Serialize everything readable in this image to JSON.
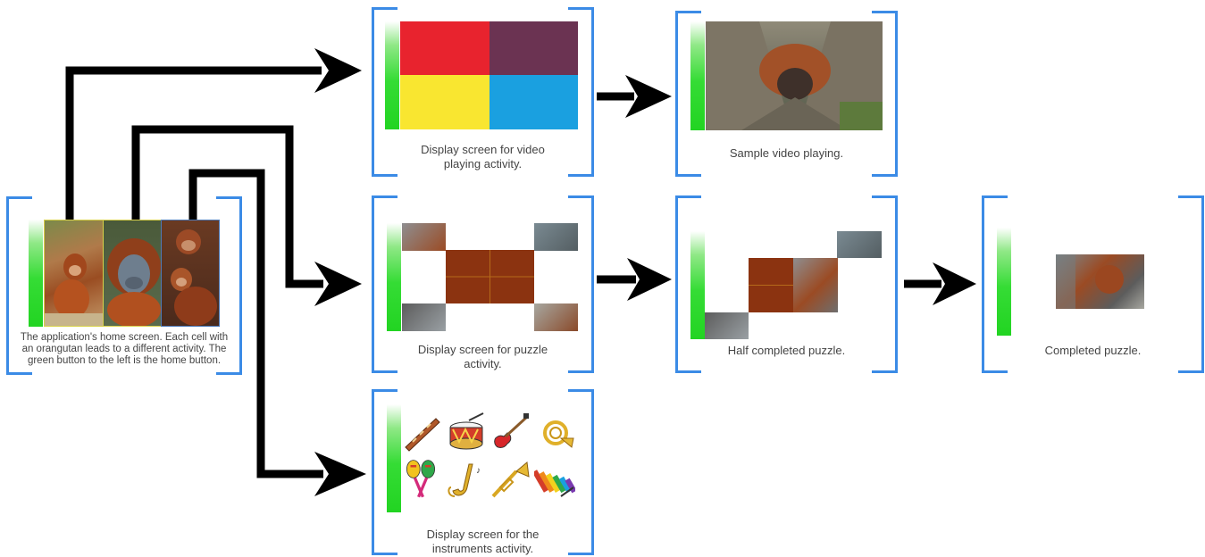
{
  "home": {
    "caption": "The application's home screen. Each cell with an orangutan leads to a different activity. The green button to the left is the home button."
  },
  "video_menu": {
    "caption": "Display screen for video playing activity.",
    "colors": [
      "#e8232e",
      "#6b3352",
      "#f9e630",
      "#1aa0e0"
    ]
  },
  "video_playing": {
    "caption": "Sample video playing."
  },
  "puzzle": {
    "caption": "Display screen for puzzle activity."
  },
  "puzzle_half": {
    "caption": "Half completed puzzle."
  },
  "puzzle_done": {
    "caption": "Completed puzzle."
  },
  "instruments": {
    "caption": "Display screen for the instruments activity.",
    "icons": [
      "didgeridoo-icon",
      "drum-icon",
      "electric-guitar-icon",
      "french-horn-icon",
      "maracas-icon",
      "saxophone-icon",
      "trumpet-icon",
      "xylophone-icon"
    ]
  },
  "colors": {
    "bracket": "#3b8be6",
    "home_button": "#22d422",
    "arrow": "#000000",
    "puzzle_piece": "#8b3310"
  }
}
